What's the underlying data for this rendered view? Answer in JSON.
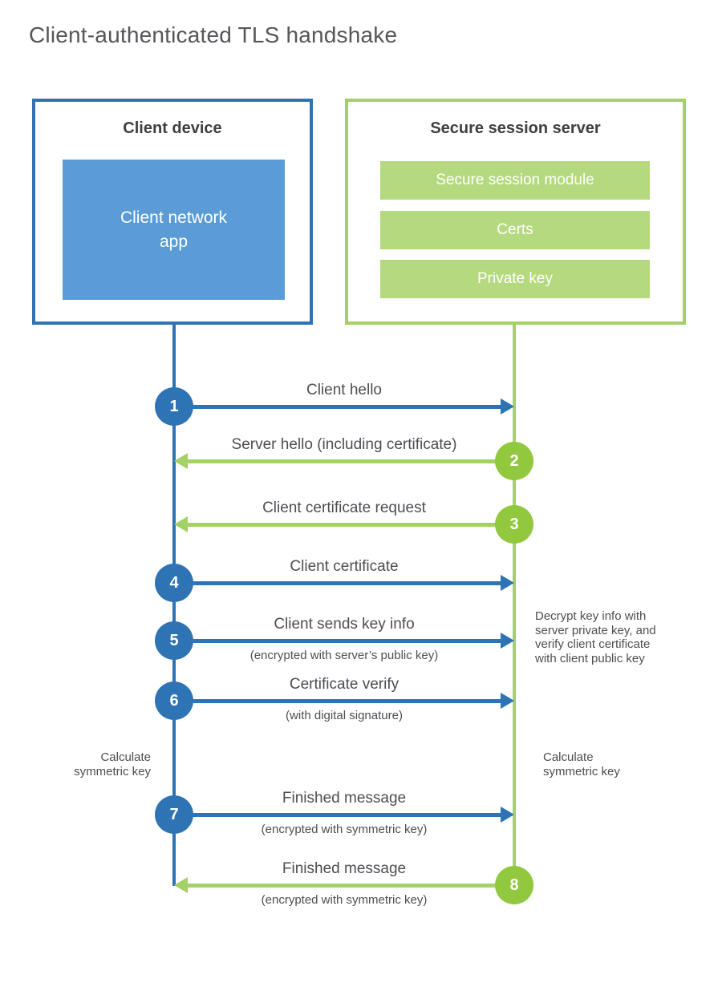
{
  "page": {
    "title": "Client-authenticated TLS handshake"
  },
  "colors": {
    "blue": "#2e74b5",
    "blue_fill": "#5b9cd6",
    "green": "#a3d165",
    "green_fill": "#b5d97e",
    "green_circle": "#92c83e",
    "text": "#4d4e52",
    "heading": "#3e3f41",
    "title": "#56575b"
  },
  "client_box": {
    "title": "Client device",
    "app": "Client network\napp"
  },
  "server_box": {
    "title": "Secure session server",
    "modules": [
      "Secure session module",
      "Certs",
      "Private key"
    ]
  },
  "messages": [
    {
      "step": "1",
      "label": "Client hello",
      "sub": "",
      "direction": "right",
      "color": "blue"
    },
    {
      "step": "2",
      "label": "Server hello (including certificate)",
      "sub": "",
      "direction": "left",
      "color": "green"
    },
    {
      "step": "3",
      "label": "Client certificate request",
      "sub": "",
      "direction": "left",
      "color": "green"
    },
    {
      "step": "4",
      "label": "Client certificate",
      "sub": "",
      "direction": "right",
      "color": "blue"
    },
    {
      "step": "5",
      "label": "Client sends key info",
      "sub": "(encrypted with server’s public key)",
      "direction": "right",
      "color": "blue"
    },
    {
      "step": "6",
      "label": "Certificate verify",
      "sub": "(with digital signature)",
      "direction": "right",
      "color": "blue"
    },
    {
      "step": "7",
      "label": "Finished message",
      "sub": "(encrypted with symmetric key)",
      "direction": "right",
      "color": "blue"
    },
    {
      "step": "8",
      "label": "Finished message",
      "sub": "(encrypted with symmetric key)",
      "direction": "left",
      "color": "green"
    }
  ],
  "annotations": {
    "decrypt_note": "Decrypt key info with\nserver private key, and\nverify client certificate\nwith client public key",
    "calc_left": "Calculate\nsymmetric key",
    "calc_right": "Calculate\nsymmetric key"
  }
}
